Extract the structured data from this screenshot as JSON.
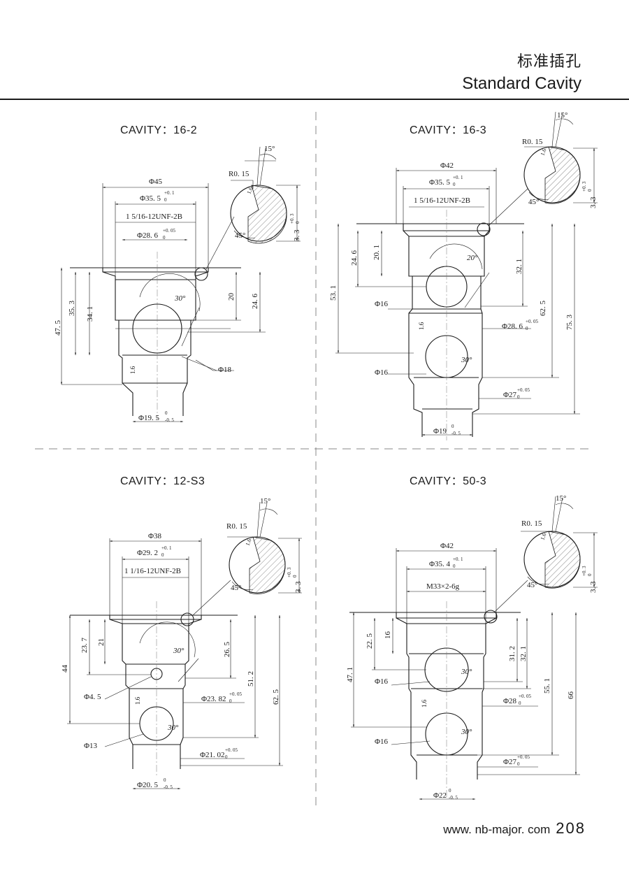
{
  "header": {
    "title_cn": "标准插孔",
    "title_en": "Standard Cavity"
  },
  "footer": {
    "url": "www. nb-major. com",
    "page": "208"
  },
  "cavities": [
    {
      "title": "CAVITY：16-2",
      "labels": {
        "d_outer": "Φ45",
        "d_sealing": "Φ35. 5",
        "d_sealing_tol_up": "+0. 1",
        "d_sealing_tol_lo": "0",
        "thread": "1 5/16-12UNF-2B",
        "d_bore": "Φ28. 6",
        "d_bore_tol_up": "+0. 05",
        "d_bore_tol_lo": "0",
        "r_radius": "R0. 15",
        "angle_top": "15°",
        "angle_bottom": "45°",
        "angle_side": "30°",
        "depth_tol": "3. 3",
        "depth_tol_up": "+0. 3",
        "depth_tol_lo": "0",
        "dim_a": "47. 5",
        "dim_b": "35. 3",
        "dim_c": "34. 1",
        "dim_d": "20",
        "dim_e": "24. 6",
        "port": "Φ18",
        "d_tip": "Φ19. 5",
        "d_tip_tol_up": "0",
        "d_tip_tol_lo": "-0. 5",
        "finish": "1.6"
      }
    },
    {
      "title": "CAVITY：16-3",
      "labels": {
        "d_outer": "Φ42",
        "d_sealing": "Φ35. 5",
        "d_sealing_tol_up": "+0. 1",
        "d_sealing_tol_lo": "0",
        "thread": "1 5/16-12UNF-2B",
        "r_radius": "R0. 15",
        "angle_top": "15°",
        "angle_bottom": "45°",
        "angle_side": "20°",
        "angle_side2": "30°",
        "depth_tol": "3. 3",
        "depth_tol_up": "+0. 3",
        "depth_tol_lo": "0",
        "dim_a": "53. 1",
        "dim_b": "24. 6",
        "dim_c": "20. 1",
        "dim_d": "32. 1",
        "dim_e": "62. 5",
        "dim_f": "75. 3",
        "port1": "Φ16",
        "port2": "Φ16",
        "d_mid": "Φ28. 6",
        "d_mid_tol_up": "+0. 05",
        "d_mid_tol_lo": "0",
        "d_low": "Φ27",
        "d_low_tol_up": "+0. 05",
        "d_low_tol_lo": "0",
        "d_tip": "Φ19",
        "d_tip_tol_up": "0",
        "d_tip_tol_lo": "-0. 5",
        "finish": "1.6"
      }
    },
    {
      "title": "CAVITY：12-S3",
      "labels": {
        "d_outer": "Φ38",
        "d_sealing": "Φ29. 2",
        "d_sealing_tol_up": "+0. 1",
        "d_sealing_tol_lo": "0",
        "thread": "1 1/16-12UNF-2B",
        "r_radius": "R0. 15",
        "angle_top": "15°",
        "angle_bottom": "45°",
        "angle_side": "30°",
        "angle_side2": "30°",
        "depth_tol": "3. 3",
        "depth_tol_up": "+0. 3",
        "depth_tol_lo": "0",
        "dim_a": "44",
        "dim_b": "23. 7",
        "dim_c": "21",
        "dim_d": "26. 5",
        "dim_e": "51. 2",
        "dim_f": "62. 5",
        "port1": "Φ4. 5",
        "port2": "Φ13",
        "d_mid": "Φ23. 82",
        "d_mid_tol_up": "+0. 05",
        "d_mid_tol_lo": "0",
        "d_low": "Φ21. 02",
        "d_low_tol_up": "+0. 05",
        "d_low_tol_lo": "0",
        "d_tip": "Φ20. 5",
        "d_tip_tol_up": "0",
        "d_tip_tol_lo": "-0. 5",
        "finish": "1.6"
      }
    },
    {
      "title": "CAVITY：50-3",
      "labels": {
        "d_outer": "Φ42",
        "d_sealing": "Φ35. 4",
        "d_sealing_tol_up": "+0. 1",
        "d_sealing_tol_lo": "0",
        "thread": "M33×2-6g",
        "r_radius": "R0. 15",
        "angle_top": "15°",
        "angle_bottom": "45°",
        "angle_side": "30°",
        "angle_side2": "30°",
        "depth_tol": "3. 3",
        "depth_tol_up": "+0. 3",
        "depth_tol_lo": "0",
        "dim_a": "47. 1",
        "dim_b": "22. 5",
        "dim_c": "16",
        "dim_d": "31. 2",
        "dim_d2": "32. 1",
        "dim_e": "55. 1",
        "dim_f": "66",
        "port1": "Φ16",
        "port2": "Φ16",
        "d_mid": "Φ28",
        "d_mid_tol_up": "+0. 05",
        "d_mid_tol_lo": "0",
        "d_low": "Φ27",
        "d_low_tol_up": "+0. 05",
        "d_low_tol_lo": "0",
        "d_tip": "Φ22",
        "d_tip_tol_up": "0",
        "d_tip_tol_lo": "-0. 5",
        "finish": "1.6"
      }
    }
  ]
}
